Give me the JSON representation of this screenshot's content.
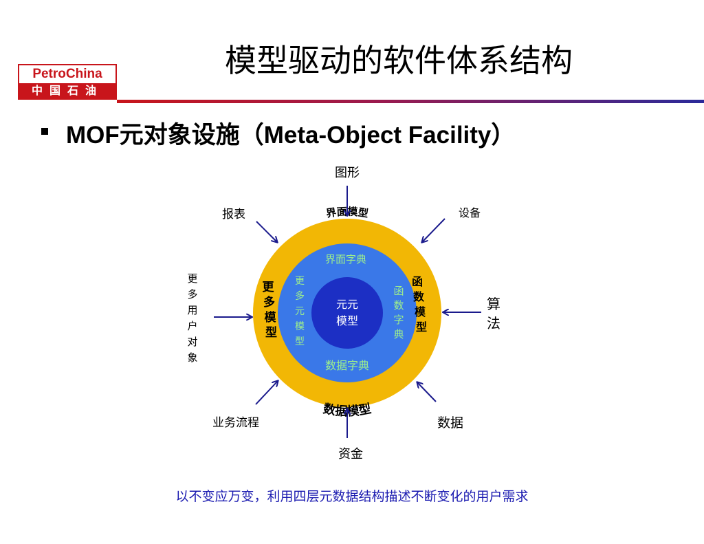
{
  "slide": {
    "title": "模型驱动的软件体系结构",
    "bullet": "MOF元对象设施（Meta-Object Facility）",
    "footer": "以不变应万变，利用四层元数据结构描述不断变化的用户需求"
  },
  "logo": {
    "top": "PetroChina",
    "bottom": "中国石油"
  },
  "diagram": {
    "core": {
      "line1": "元元",
      "line2": "模型"
    },
    "inner_ring": {
      "top": "界面字典",
      "bottom": "数据字典",
      "left": "更多元模型",
      "right": "函数字典"
    },
    "outer_ring": {
      "top": "界面模型",
      "bottom": "数据模型",
      "left": "更多模型",
      "right": "函数模型"
    },
    "external": {
      "top": "图形",
      "top_left": "报表",
      "top_right": "设备",
      "left": "更多用户对象",
      "right": "算法",
      "bottom_left": "业务流程",
      "bottom": "资金",
      "bottom_right": "数据"
    },
    "colors": {
      "outer": "#f2b705",
      "middle": "#3a78e8",
      "core": "#1c2fc4",
      "inner_text": "#9ef08a",
      "arrow": "#1a1a8c"
    }
  }
}
